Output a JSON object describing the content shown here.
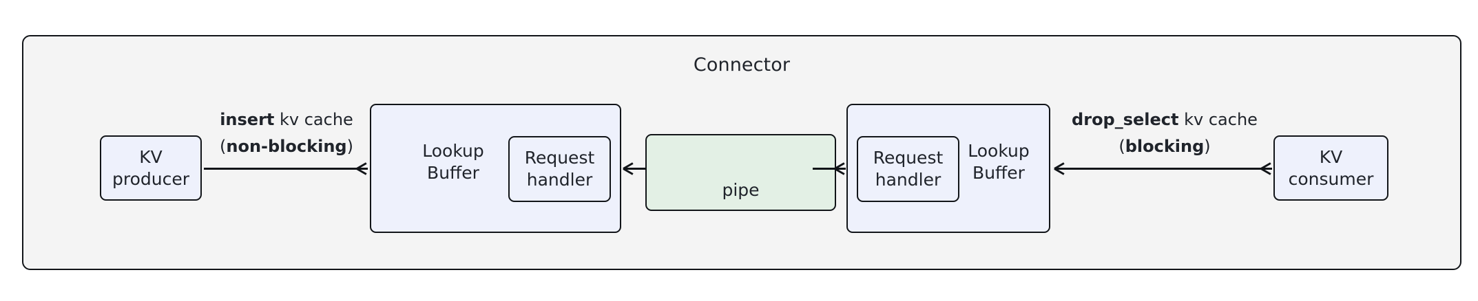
{
  "diagram": {
    "title": "Connector",
    "colors": {
      "container_fill": "#f4f4f4",
      "node_fill_blue": "#eef1fc",
      "node_fill_green": "#e3f0e5",
      "stroke": "#111418",
      "text": "#20242b"
    },
    "nodes": {
      "kv_producer": {
        "line1": "KV",
        "line2": "producer"
      },
      "kv_consumer": {
        "line1": "KV",
        "line2": "consumer"
      },
      "lookup_buffer_left": {
        "line1": "Lookup",
        "line2": "Buffer"
      },
      "lookup_buffer_right": {
        "line1": "Lookup",
        "line2": "Buffer"
      },
      "request_handler_left": {
        "line1": "Request",
        "line2": "handler"
      },
      "request_handler_right": {
        "line1": "Request",
        "line2": "handler"
      },
      "pipe": {
        "label": "pipe"
      }
    },
    "edges": {
      "insert": {
        "line1_bold": "insert",
        "line1_rest": " kv cache",
        "line2_open": "(",
        "line2_bold": "non-blocking",
        "line2_close": ")"
      },
      "drop_select": {
        "line1_bold": "drop_select",
        "line1_rest": " kv cache",
        "line2_open": "(",
        "line2_bold": "blocking",
        "line2_close": ")"
      }
    }
  }
}
